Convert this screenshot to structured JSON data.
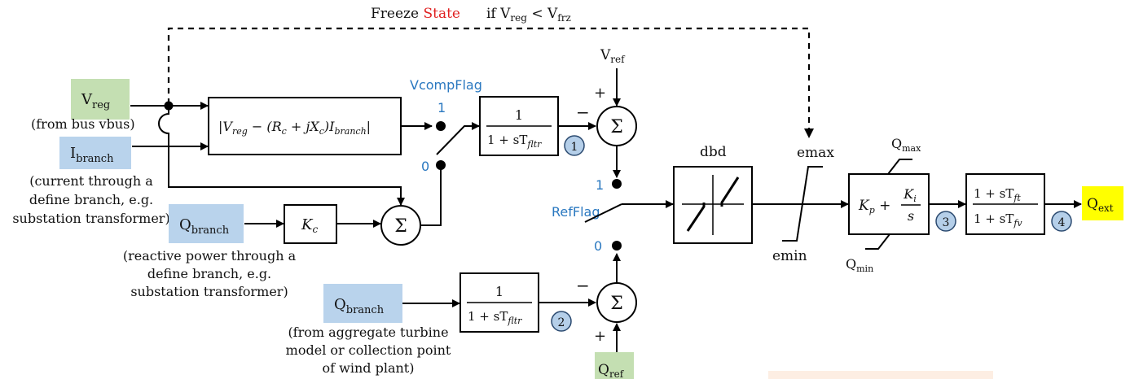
{
  "freeze": {
    "label_prefix": "Freeze ",
    "label_state": "State",
    "condition": "if V",
    "cond_sub1": "reg",
    "cond_op": " < V",
    "cond_sub2": "frz"
  },
  "inputs": {
    "vreg": {
      "main": "V",
      "sub": "reg",
      "note": "(from bus vbus)"
    },
    "ibranch": {
      "main": "I",
      "sub": "branch",
      "note_lines": [
        "(current through a",
        "define branch, e.g.",
        "substation transformer)"
      ]
    },
    "qbranch1": {
      "main": "Q",
      "sub": "branch",
      "note_lines": [
        "(reactive power through a",
        "define branch, e.g.",
        "substation transformer)"
      ]
    },
    "qbranch2": {
      "main": "Q",
      "sub": "branch",
      "note_lines": [
        "(from aggregate turbine",
        "model or collection point",
        "of wind plant)"
      ]
    },
    "vref": {
      "main": "V",
      "sub": "ref"
    },
    "qref": {
      "main": "Q",
      "sub": "ref"
    }
  },
  "blocks": {
    "comp": {
      "expr_a": "|V",
      "expr_a_sub": "reg",
      "expr_b": " − (R",
      "expr_b_sub": "c",
      "expr_c": " + jX",
      "expr_c_sub": "c",
      "expr_d": ")I",
      "expr_d_sub": "branch",
      "expr_e": "|"
    },
    "kc": {
      "main": "K",
      "sub": "c"
    },
    "filter1": {
      "num": "1",
      "den_a": "1 + sT",
      "den_sub": "fltr"
    },
    "filter2": {
      "num": "1",
      "den_a": "1 + sT",
      "den_sub": "fltr"
    },
    "dbd": {
      "label": "dbd"
    },
    "pi": {
      "a": "K",
      "a_sub": "p",
      "plus": " + ",
      "num": "K",
      "num_sub": "i",
      "den": "s"
    },
    "leadlag": {
      "num_a": "1 + sT",
      "num_sub": "ft",
      "den_a": "1 + sT",
      "den_sub": "fv"
    }
  },
  "switches": {
    "vcomp": {
      "label": "VcompFlag",
      "pos1": "1",
      "pos0": "0"
    },
    "ref": {
      "label": "RefFlag",
      "pos1": "1",
      "pos0": "0"
    }
  },
  "sums": {
    "symbol": "Σ",
    "minus": "−",
    "plus": "+"
  },
  "limits": {
    "emax": "emax",
    "emin": "emin",
    "qmax": {
      "main": "Q",
      "sub": "max"
    },
    "qmin": {
      "main": "Q",
      "sub": "min"
    }
  },
  "badges": [
    "1",
    "2",
    "3",
    "4"
  ],
  "output": {
    "main": "Q",
    "sub": "ext"
  },
  "colors": {
    "input_green": "#c4dfb2",
    "input_blue": "#b9d3ec",
    "output_yellow": "#ffff00",
    "flag_blue": "#2a78c0",
    "state_red": "#e02020",
    "badge_fill": "#b5cfe9"
  }
}
